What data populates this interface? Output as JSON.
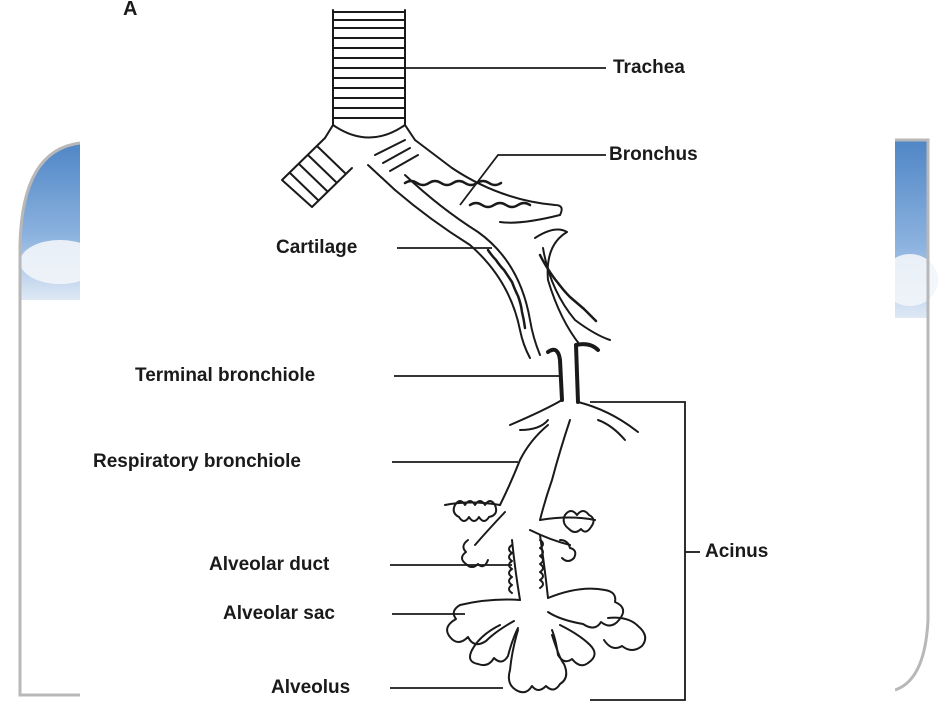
{
  "panel_label": "A",
  "labels": {
    "trachea": "Trachea",
    "bronchus": "Bronchus",
    "cartilage": "Cartilage",
    "terminal_bronchiole": "Terminal bronchiole",
    "respiratory_bronchiole": "Respiratory bronchiole",
    "alveolar_duct": "Alveolar duct",
    "alveolar_sac": "Alveolar sac",
    "alveolus": "Alveolus",
    "acinus": "Acinus"
  },
  "colors": {
    "sky_blue": "#7aa6d6",
    "frame_gray": "#c9c9c9",
    "ink": "#1a1a1a"
  }
}
